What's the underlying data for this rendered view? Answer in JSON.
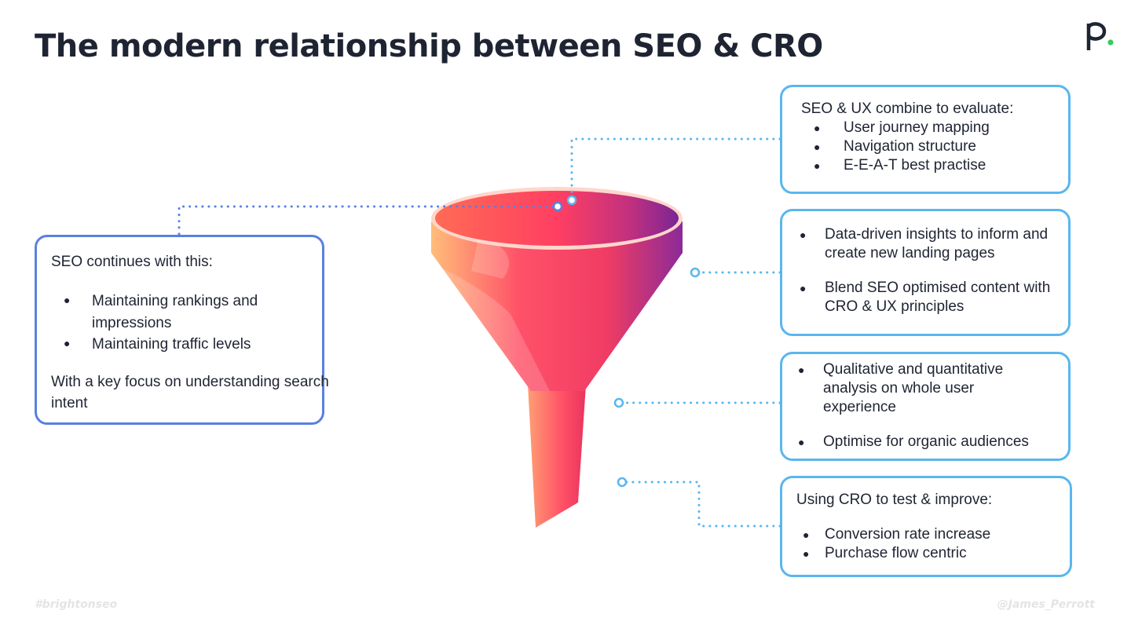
{
  "slide": {
    "title": "The modern relationship between SEO & CRO",
    "logo_icon": "brand-p-logo-icon",
    "logo_letter": "p",
    "accent_green": "#2fcf5a",
    "footer_left": "#brightonseo",
    "footer_right": "@James_Perrott"
  },
  "colors": {
    "connector_blue": "#5ab6ee",
    "connector_indigo": "#5a80e0",
    "funnel_gradient": [
      "#ffb877",
      "#ff4f6a",
      "#f2385c",
      "#8b2a98"
    ]
  },
  "left_box": {
    "heading": "SEO continues with this:",
    "bullets": [
      "Maintaining rankings and impressions",
      "Maintaining traffic levels"
    ],
    "footer_line1": "With a key focus on understanding search",
    "footer_line2": "intent"
  },
  "right_boxes": [
    {
      "heading": "SEO & UX combine to evaluate:",
      "bullets": [
        "User journey mapping",
        "Navigation structure",
        "E-E-A-T best practise"
      ]
    },
    {
      "heading": "",
      "bullets": [
        "Data-driven insights to inform and create new landing pages",
        "Blend SEO optimised content with CRO & UX principles"
      ]
    },
    {
      "heading": "",
      "bullets": [
        "Qualitative and quantitative analysis on whole user experience",
        "Optimise for organic audiences"
      ]
    },
    {
      "heading": "Using CRO to test & improve:",
      "bullets": [
        "Conversion rate increase",
        "Purchase flow centric"
      ]
    }
  ],
  "bullet_glyph": "●"
}
